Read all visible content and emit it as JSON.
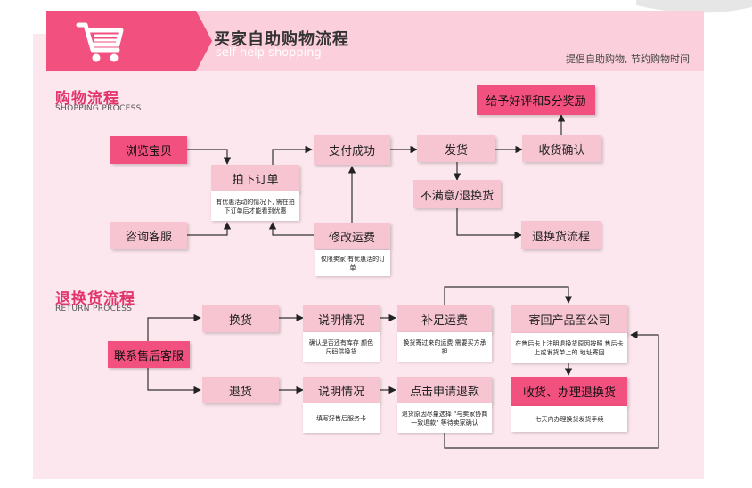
{
  "header": {
    "title": "买家自助购物流程",
    "subtitle": "self-help shopping",
    "slogan": "提倡自助购物, 节约购物时间"
  },
  "shopping": {
    "title": "购物流程",
    "subtitle": "SHOPPING PROCESS",
    "browse": "浏览宝贝",
    "consult": "咨询客服",
    "order": "拍下订单",
    "order_note": "有优惠活动的情况下, 需在拍下订单后才能看到优惠",
    "paid": "支付成功",
    "modify": "修改运费",
    "modify_note": "仅限卖家 有优惠活的订单",
    "ship": "发货",
    "receive": "收货确认",
    "review": "给予好评和5分奖励",
    "unsatisfied": "不满意/退换货",
    "return_flow": "退换货流程"
  },
  "returns": {
    "title": "退换货流程",
    "subtitle": "RETURN PROCESS",
    "contact": "联系售后客服",
    "exchange": "换货",
    "refund": "退货",
    "explain1": "说明情况",
    "explain1_note": "确认是否还有库存 颜色尺码供换货",
    "explain2": "说明情况",
    "explain2_note": "填写好售后服务卡",
    "shipping_fee": "补足运费",
    "shipping_fee_note": "换货寄过来的运费 需要买方承担",
    "apply_refund": "点击申请退款",
    "apply_refund_note": "退货原因尽量选择 \"与卖家协商一致退款\" 等待卖家确认",
    "send_back": "寄回产品至公司",
    "send_back_note": "在售后卡上注明退换货原因按照 售后卡上或发货单上的 地址寄回",
    "complete": "收货、办理退换货",
    "complete_note": "七天内办理换货发货手续"
  },
  "colors": {
    "accent": "#f2507e",
    "box": "#f7c4d2",
    "panel": "#fde7ee",
    "header": "#fbcfdc",
    "title_pink": "#e2336b"
  },
  "icons": [
    "shopping-cart-icon"
  ]
}
